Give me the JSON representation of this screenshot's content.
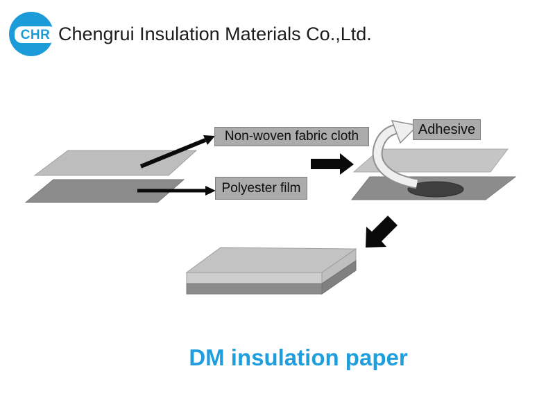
{
  "header": {
    "logo_text": "CHR",
    "company_name": "Chengrui Insulation Materials Co.,Ltd."
  },
  "diagram": {
    "label_non_woven": "Non-woven fabric cloth",
    "label_polyester": "Polyester film",
    "label_adhesive": "Adhesive"
  },
  "caption": "DM insulation paper",
  "colors": {
    "brand_blue": "#1b9cd9",
    "caption_blue": "#1f9ede",
    "label_box_bg": "#ababab",
    "label_box_border": "#7f7f7f",
    "light_sheet_gray": "#bdbdbd",
    "dark_sheet_gray": "#8c8c8c",
    "adhesive_spot_gray": "#3f3f3f",
    "arrow_black": "#0a0a0a",
    "curved_arrow_fill": "#efefef",
    "curved_arrow_outline": "#8f8f8f"
  }
}
